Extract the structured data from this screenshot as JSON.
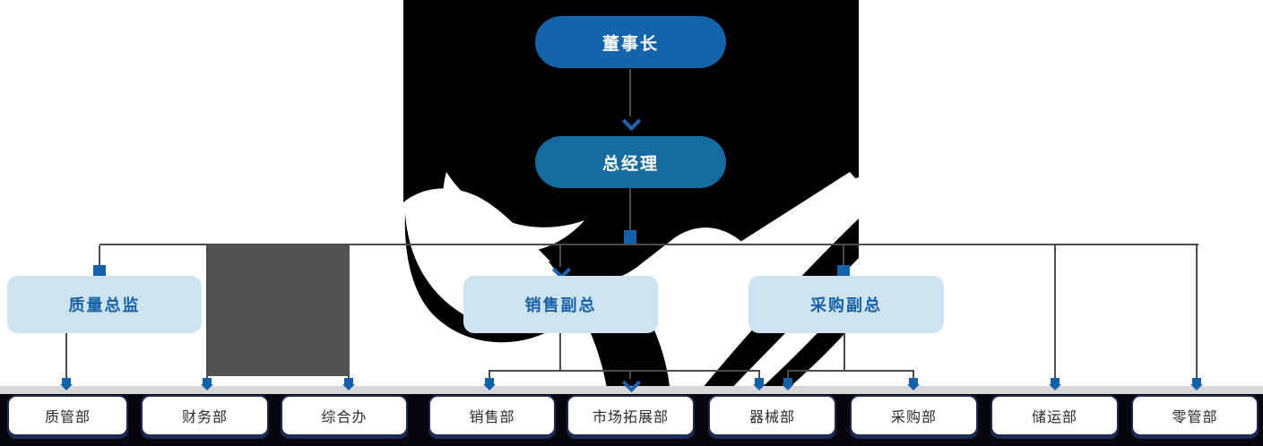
{
  "org_chart": {
    "level1": {
      "label": "董事长"
    },
    "level2": {
      "label": "总经理"
    },
    "level3": [
      {
        "label": "质量总监"
      },
      {
        "label": "销售副总"
      },
      {
        "label": "采购副总"
      }
    ],
    "departments": [
      {
        "label": "质管部"
      },
      {
        "label": "财务部"
      },
      {
        "label": "综合办"
      },
      {
        "label": "销售部"
      },
      {
        "label": "市场拓展部"
      },
      {
        "label": "器械部"
      },
      {
        "label": "采购部"
      },
      {
        "label": "储运部"
      },
      {
        "label": "零管部"
      }
    ],
    "hierarchy": {
      "董事长": [
        "总经理"
      ],
      "总经理": [
        "质量总监",
        "财务部",
        "综合办",
        "销售副总",
        "采购副总",
        "储运部",
        "零管部"
      ],
      "质量总监": [
        "质管部"
      ],
      "销售副总": [
        "销售部",
        "市场拓展部",
        "器械部"
      ],
      "采购副总": [
        "器械部",
        "采购部"
      ]
    },
    "colors": {
      "chairman_fill": "#1563ab",
      "general_manager_fill": "#156a9e",
      "tier3_fill": "#cde3f0",
      "tier3_text": "#1661a8",
      "dept_border": "#1c2b52",
      "dept_text": "#2a2a2a",
      "connector_line": "#4b4b4b",
      "connector_node": "#1560ab",
      "gray_block": "#515151",
      "bottom_band": "#05070d",
      "light_strip": "#d7d7d7",
      "watermark": "#000000"
    }
  }
}
